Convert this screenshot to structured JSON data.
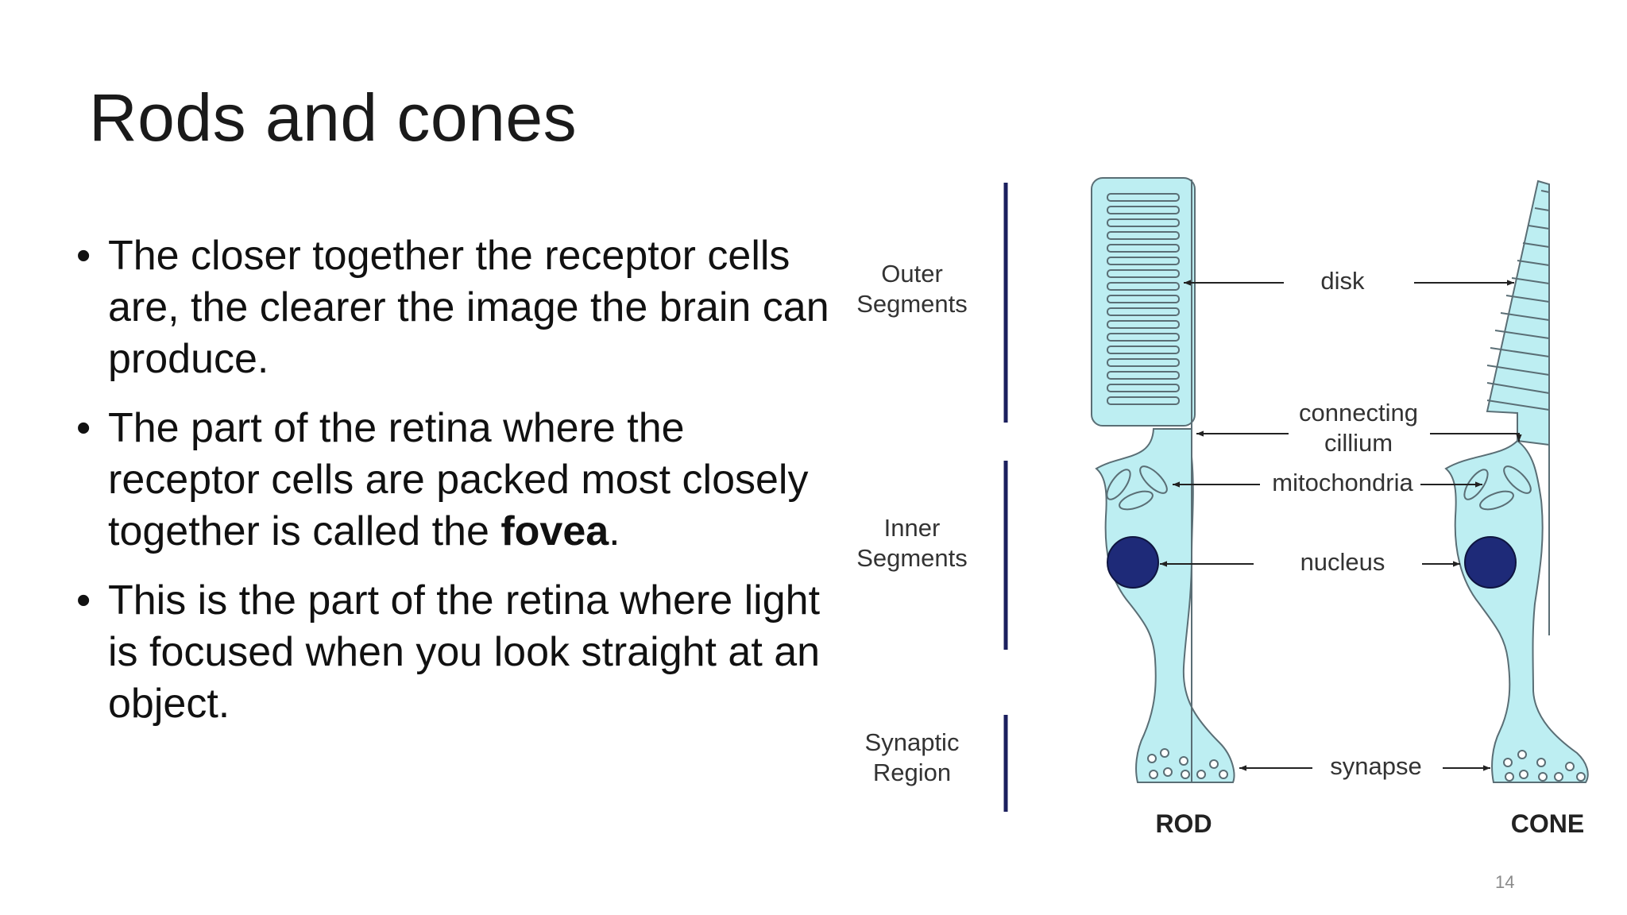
{
  "slide": {
    "title": "Rods and cones",
    "bullet_symbol": "•",
    "bullets": [
      {
        "text": "The closer together the receptor cells are, the clearer the image the brain can produce."
      },
      {
        "text_before": "The part of the retina where the receptor cells are packed most closely together is called the ",
        "bold": "fovea",
        "text_after": "."
      },
      {
        "text": "This is the part of the retina where light is focused when you look straight at an object."
      }
    ],
    "page_number": "14"
  },
  "diagram": {
    "regions": {
      "outer": [
        "Outer",
        "Segments"
      ],
      "inner": [
        "Inner",
        "Segments"
      ],
      "synaptic": [
        "Synaptic",
        "Region"
      ]
    },
    "labels": {
      "disk": "disk",
      "connecting": [
        "connecting",
        "cillium"
      ],
      "mitochondria": "mitochondria",
      "nucleus": "nucleus",
      "synapse": "synapse"
    },
    "cells": {
      "rod": "ROD",
      "cone": "CONE"
    },
    "colors": {
      "cell_fill": "#bdeef2",
      "outline": "#5a6e75",
      "nucleus": "#1e2a78",
      "bar": "#1b1f5e",
      "arrow": "#222222"
    }
  }
}
